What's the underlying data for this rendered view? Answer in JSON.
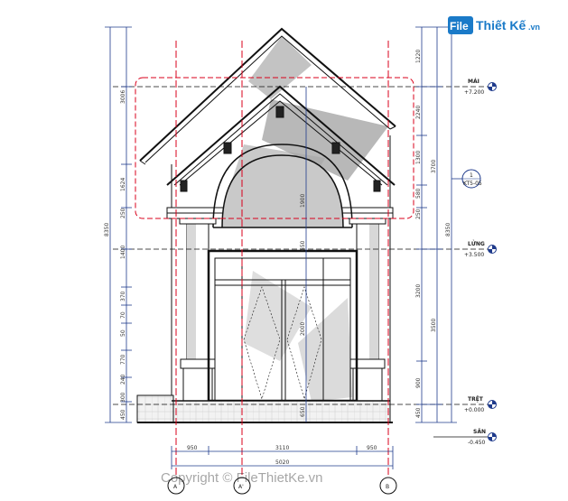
{
  "brand": {
    "logo_text": "File",
    "name": "Thiết Kế",
    "tld": ".vn",
    "color": "#1a7ac8"
  },
  "watermark": "Copyright © FileThietKe.vn",
  "levels": [
    {
      "name": "MÁI",
      "value": "+7.200"
    },
    {
      "name": "LỬNG",
      "value": "+3.500"
    },
    {
      "name": "TRỆT",
      "value": "+0.000"
    },
    {
      "name": "SÂN",
      "value": "-0.450"
    }
  ],
  "section_marker": {
    "number": "1",
    "sheet": "KT5-05"
  },
  "grid_axes": [
    {
      "label": "A"
    },
    {
      "label": "A'"
    },
    {
      "label": "B"
    }
  ],
  "dims_left_outer": "8350",
  "dims_left_inner": [
    "3006",
    "1624",
    "250",
    "1400",
    "370",
    "70",
    "50",
    "770",
    "240",
    "300",
    "450"
  ],
  "dims_right_inner": [
    "1220",
    "2240",
    "1300",
    "580",
    "250",
    "3200",
    "900",
    "450"
  ],
  "dims_right_mid": [
    "3700",
    "3500"
  ],
  "dims_right_outer": "8350",
  "dims_bottom": [
    "950",
    "3110",
    "950"
  ],
  "dims_bottom_total": "5020",
  "dims_center": [
    "1900",
    "650",
    "2000",
    "650"
  ],
  "colors": {
    "grid": "#d9001b",
    "dim_line": "#1f3b8c",
    "shade": "#8a8a8a",
    "ink": "#111111"
  }
}
